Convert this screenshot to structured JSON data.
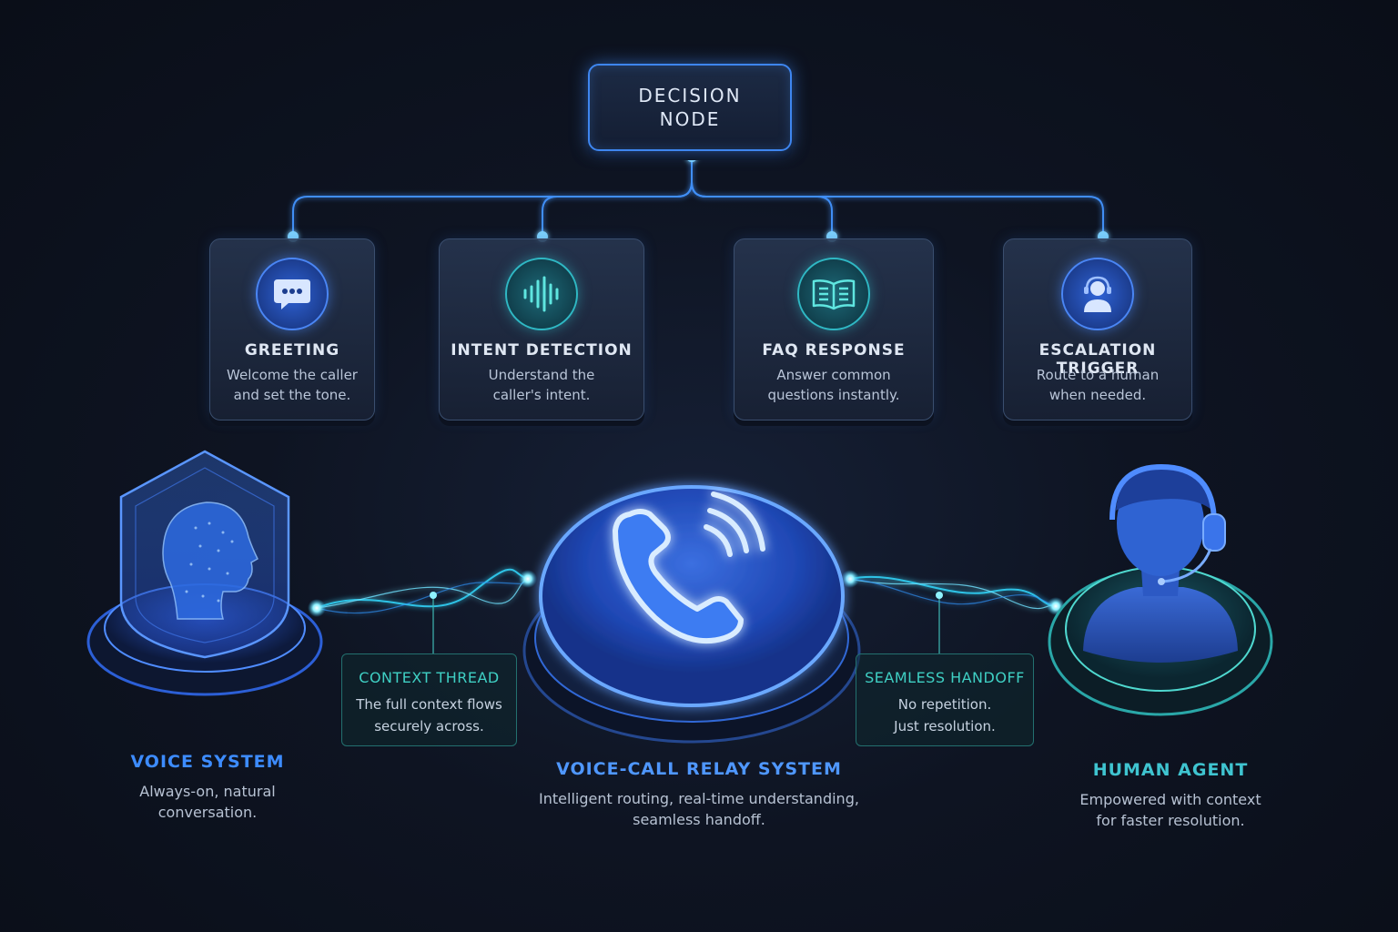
{
  "decision_node": {
    "label": "DECISION\nNODE"
  },
  "steps": [
    {
      "title": "GREETING",
      "description": "Welcome the caller\nand set the tone.",
      "icon": "chat-bubble-icon"
    },
    {
      "title": "INTENT DETECTION",
      "description": "Understand the\ncaller's intent.",
      "icon": "waveform-icon"
    },
    {
      "title": "FAQ RESPONSE",
      "description": "Answer common\nquestions instantly.",
      "icon": "open-book-icon"
    },
    {
      "title": "ESCALATION TRIGGER",
      "description": "Route to a human\nwhen needed.",
      "icon": "headset-user-icon"
    }
  ],
  "context_thread": {
    "title": "CONTEXT THREAD",
    "description": "The full context flows\nsecurely across."
  },
  "seamless_handoff": {
    "title": "SEAMLESS HANDOFF",
    "description": "No repetition.\nJust resolution."
  },
  "voice_system": {
    "title": "VOICE SYSTEM",
    "description": "Always-on, natural\nconversation."
  },
  "relay_system": {
    "title": "VOICE-CALL RELAY SYSTEM",
    "description": "Intelligent routing, real-time understanding,\nseamless handoff."
  },
  "human_agent": {
    "title": "HUMAN AGENT",
    "description": "Empowered with context\nfor faster resolution."
  },
  "colors": {
    "accent_blue": "#3e86f0",
    "accent_teal": "#3fd0c4",
    "background": "#0e1422"
  }
}
